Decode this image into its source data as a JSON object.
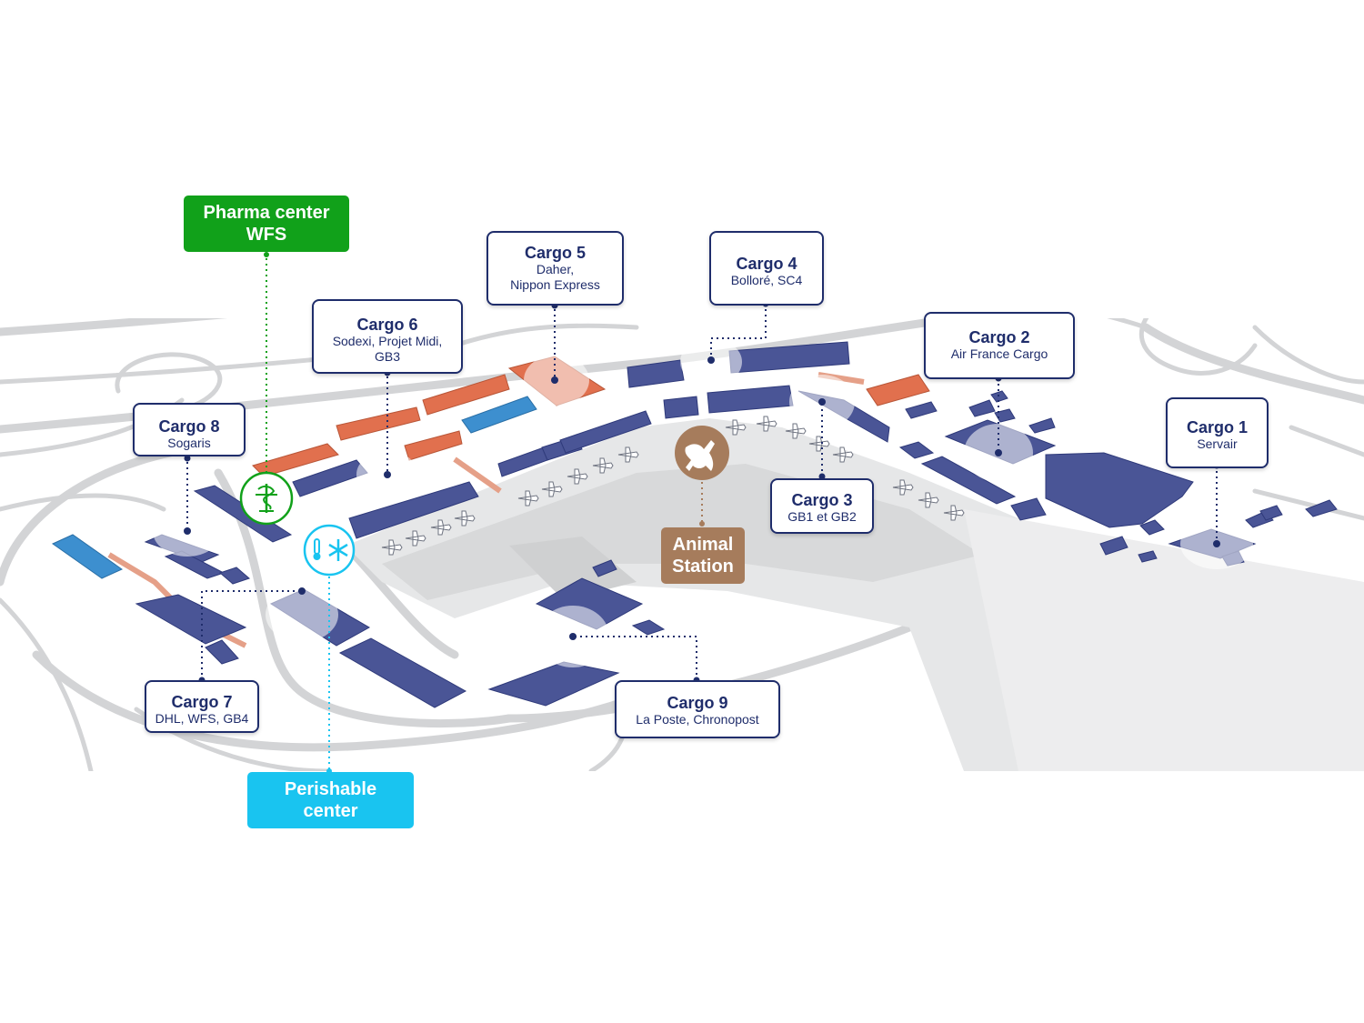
{
  "colors": {
    "warehouse": "#4a5596",
    "warehouse_edge": "#2f3a7a",
    "orange": "#e1704e",
    "light_blue": "#3d8fcf",
    "road": "#cfd0d2",
    "apron": "#e2e3e4",
    "dark": "#1f2d6b",
    "pharma": "#11a11a",
    "perishable": "#19c4f0",
    "animal": "#a67c5c"
  },
  "icons": {
    "pharma": "caduceus-icon",
    "perishable": "thermometer-snowflake-icon",
    "animal": "animal-icon"
  },
  "cargo": [
    {
      "id": "cargo-1",
      "title": "Cargo 1",
      "subtitle": "Servair"
    },
    {
      "id": "cargo-2",
      "title": "Cargo 2",
      "subtitle": "Air France Cargo"
    },
    {
      "id": "cargo-3",
      "title": "Cargo 3",
      "subtitle": "GB1 et GB2"
    },
    {
      "id": "cargo-4",
      "title": "Cargo 4",
      "subtitle": "Bolloré, SC4"
    },
    {
      "id": "cargo-5",
      "title": "Cargo 5",
      "subtitle": "Daher,",
      "subtitle2": "Nippon Express"
    },
    {
      "id": "cargo-6",
      "title": "Cargo 6",
      "subtitle": "Sodexi, Projet Midi,",
      "subtitle2": "GB3"
    },
    {
      "id": "cargo-7",
      "title": "Cargo 7",
      "subtitle": "DHL, WFS, GB4"
    },
    {
      "id": "cargo-8",
      "title": "Cargo 8",
      "subtitle": "Sogaris"
    },
    {
      "id": "cargo-9",
      "title": "Cargo 9",
      "subtitle": "La Poste,  Chronopost"
    }
  ],
  "pharma": {
    "line1": "Pharma center",
    "line2": "WFS"
  },
  "perishable": {
    "line1": "Perishable",
    "line2": "center"
  },
  "animal": {
    "line1": "Animal",
    "line2": "Station"
  }
}
